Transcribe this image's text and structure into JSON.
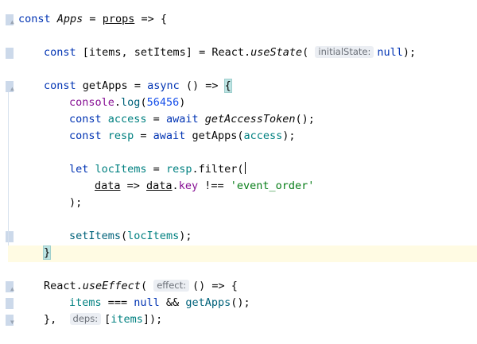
{
  "editor": {
    "colors": {
      "background": "#ffffff",
      "keyword": "#0033b3",
      "string": "#067d17",
      "number": "#1750eb",
      "function": "#00627a",
      "variable": "#008080",
      "current_line": "#fffbe3",
      "gutter_marker": "#ccd9ea"
    },
    "lines": {
      "l1": {
        "kw": "const",
        "name": "Apps",
        "eq": " = ",
        "param": "props",
        "rest": " => {"
      },
      "l3": {
        "kw": "const",
        "text": " [items, setItems] = React.",
        "call": "useState",
        "paren": "(",
        "hint": "initialState:",
        "value": "null",
        "end": ");"
      },
      "l5": {
        "kw": "const",
        "name": "getApps",
        "mid": " = ",
        "async": "async",
        "rest": " () => ",
        "brace": "{"
      },
      "l6": {
        "obj": "console",
        "dot": ".",
        "method": "log",
        "paren_open": "(",
        "num": "56456",
        "paren_close": ")"
      },
      "l7": {
        "kw": "const",
        "name": " access",
        "mid": " = ",
        "await": "await",
        "call": " getAccessToken",
        "end": "();"
      },
      "l8": {
        "kw": "const",
        "name": " resp",
        "mid": " = ",
        "await": "await",
        "call": " getApps",
        "arg_open": "(",
        "arg": "access",
        "end": ");"
      },
      "l10": {
        "kw": "let",
        "name": " locItems",
        "mid": " = ",
        "obj": "resp",
        "dot": ".",
        "method": "filter",
        "paren": "("
      },
      "l11": {
        "param": "data",
        "arrow": " => ",
        "obj": "data",
        "dot": ".",
        "prop": "key",
        "op": " !== ",
        "str": "'event_order'"
      },
      "l12": {
        "text": ");"
      },
      "l14": {
        "call": "setItems",
        "paren_open": "(",
        "arg": "locItems",
        "end": ");"
      },
      "l15": {
        "brace": "}"
      },
      "l17": {
        "obj": "React",
        "dot": ".",
        "call": "useEffect",
        "paren": "(",
        "hint": "effect:",
        "rest": "() => {"
      },
      "l18": {
        "var": "items",
        "op": " === ",
        "kw": "null",
        "and": " && ",
        "call": "getApps",
        "end": "();"
      },
      "l19": {
        "close": "},",
        "hint": "deps:",
        "open": "[",
        "var": "items",
        "end": "]);"
      }
    }
  }
}
